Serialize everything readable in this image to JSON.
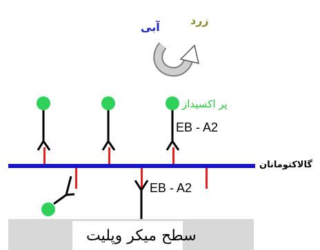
{
  "labels": {
    "yellow": "زرد",
    "blue": "آبی",
    "peroxidase": "پر اکسیداز",
    "antibody_top": "EB - A2",
    "galactomannan": "گالاکتومانان",
    "antibody_bottom": "EB - A2",
    "plate_surface": "سطح میکر وپلیت"
  },
  "colors": {
    "enzyme": "#2fd15a",
    "antigen_line": "#1616c8",
    "epitope": "#e61f1f",
    "antibody": "#000000",
    "plate": "#d8d8d8",
    "arrow": "#b4b4b4"
  },
  "icons": {
    "reaction_arrow": "curved-arrow-icon"
  }
}
